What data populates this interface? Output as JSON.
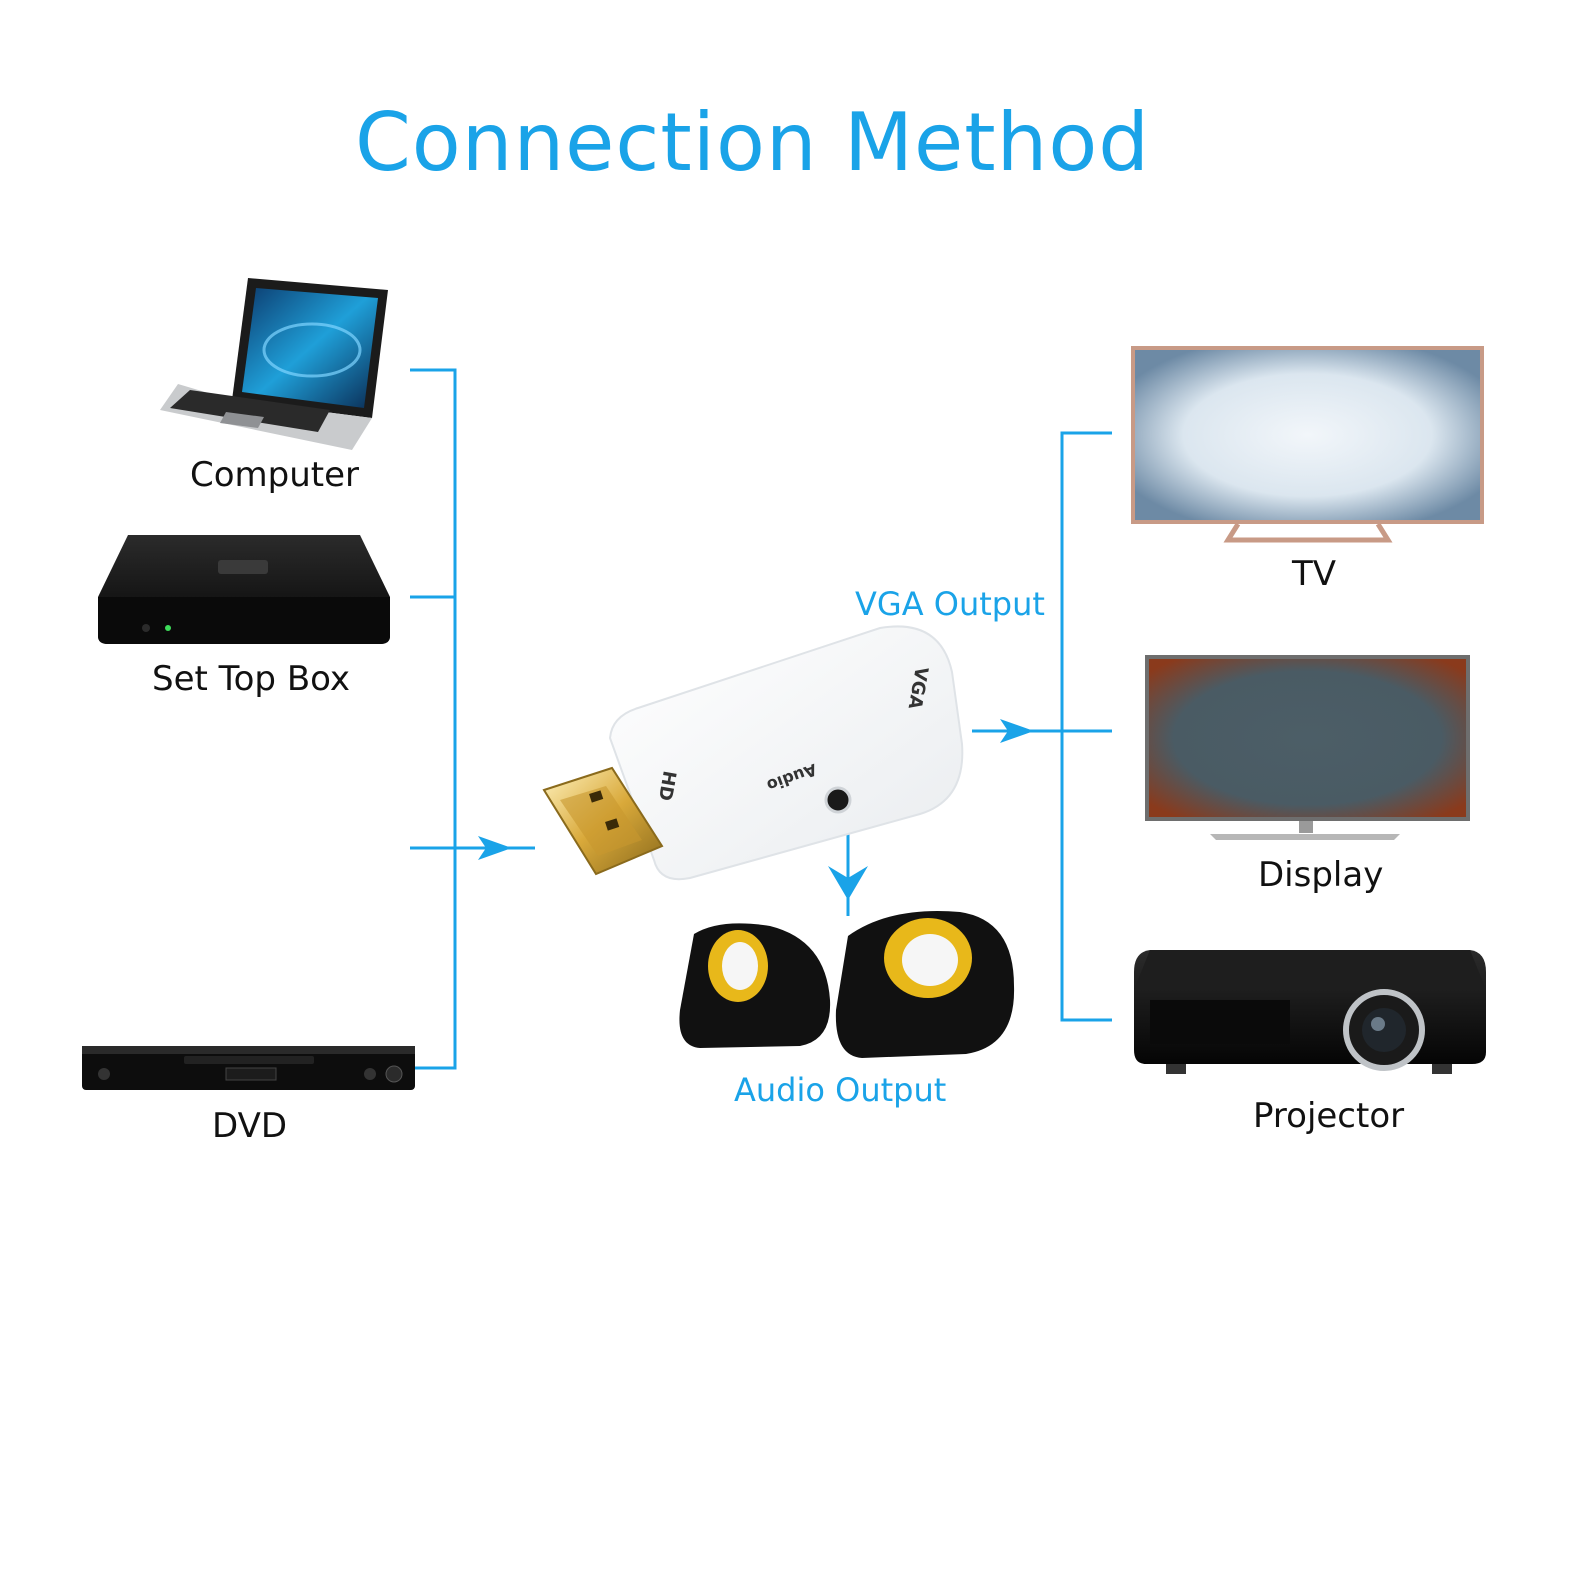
{
  "title": "Connection Method",
  "sources": {
    "computer": "Computer",
    "set_top_box": "Set Top Box",
    "dvd": "DVD"
  },
  "outputs": {
    "vga": "VGA Output",
    "audio": "Audio Output"
  },
  "targets": {
    "tv": "TV",
    "display": "Display",
    "projector": "Projector"
  },
  "adapter": {
    "hd_label": "HD",
    "vga_label": "VGA",
    "audio_label": "Audio"
  },
  "colors": {
    "accent": "#1aa3e8",
    "device": "#111111"
  }
}
